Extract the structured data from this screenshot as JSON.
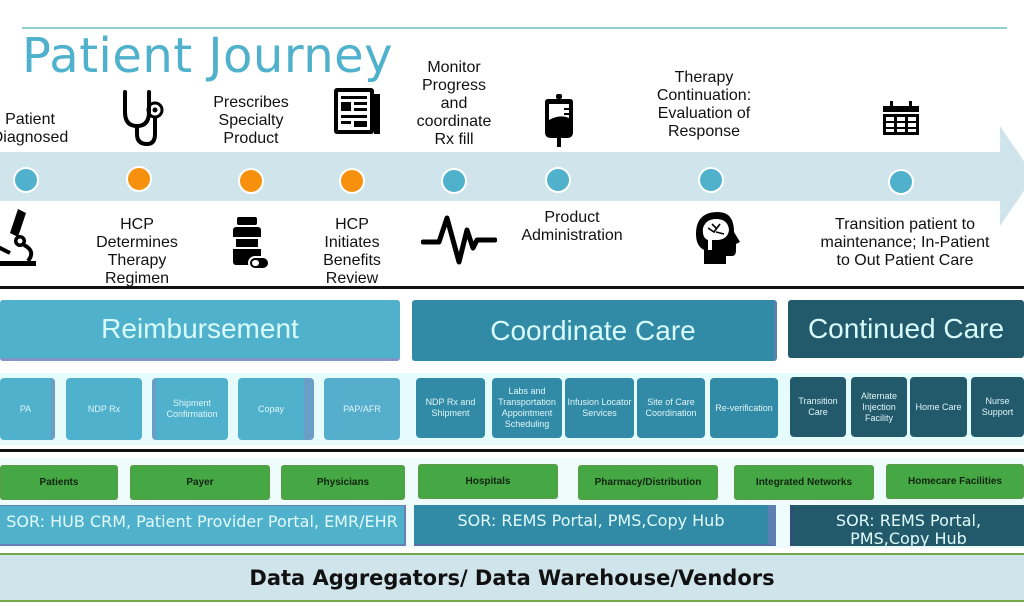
{
  "title": "Patient Journey",
  "colors": {
    "title": "#4fb1cc",
    "band": "#d0e4ec",
    "dot_blue": "#4fb1cc",
    "dot_orange": "#f7900d",
    "reimbursement": "#50b1cc",
    "coordinate_care": "#318aa6",
    "continued_care": "#225a6b",
    "stakeholder_green": "#46a845"
  },
  "journey": {
    "top_steps": [
      {
        "label": "Patient\nDiagnosed",
        "visible_text": "Patient diagnosed"
      },
      {
        "icon": "stethoscope-icon"
      },
      {
        "label": "Prescribes Specialty Product"
      },
      {
        "icon": "newspaper-icon"
      },
      {
        "label": "Monitor Progress and coordinate Rx fill"
      },
      {
        "icon": "iv-bag-icon"
      },
      {
        "label": "Therapy Continuation: Evaluation of Response"
      },
      {
        "icon": "calendar-icon"
      }
    ],
    "top_labels": {
      "s0": [
        "Patient",
        "Diagnosed"
      ],
      "s2": [
        "Prescribes",
        "Specialty",
        "Product"
      ],
      "s4": [
        "Monitor",
        "Progress",
        "and",
        "coordinate",
        "Rx fill"
      ],
      "s6": [
        "Therapy",
        "Continuation:",
        "Evaluation of",
        "Response"
      ]
    },
    "bottom_labels": {
      "b1": [
        "HCP",
        "Determines",
        "Therapy",
        "Regimen"
      ],
      "b3": [
        "HCP",
        "Initiates",
        "Benefits",
        "Review"
      ],
      "b5": [
        "Product",
        "Administration"
      ],
      "b7": [
        "Transition patient to",
        "maintenance; In-Patient",
        "to Out Patient Care"
      ]
    },
    "bottom_icons": [
      "microscope-icon",
      "medicine-bottle-icon",
      "heartbeat-icon",
      "brain-head-icon"
    ],
    "dots": [
      "blue",
      "orange",
      "orange",
      "orange",
      "blue",
      "blue",
      "blue",
      "blue"
    ]
  },
  "phases": [
    {
      "name": "Reimbursement",
      "tiles": [
        "PA",
        "NDP Rx",
        "Shipment Confirmation",
        "Copay",
        "PAP/AFR"
      ]
    },
    {
      "name": "Coordinate Care",
      "tiles": [
        "NDP Rx and Shipment",
        "Labs and Transportation Appointment Scheduling",
        "Infusion Locator Services",
        "Site of Care Coordination",
        "Re-verification"
      ]
    },
    {
      "name": "Continued Care",
      "tiles": [
        "Transition Care",
        "Alternate Injection Facility",
        "Home Care",
        "Nurse Support"
      ]
    }
  ],
  "stakeholders": [
    "Patients",
    "Payer",
    "Physicians",
    "Hospitals",
    "Pharmacy/Distribution",
    "Integrated Networks",
    "Homecare Facilities"
  ],
  "sor": [
    "SOR: HUB CRM, Patient Provider Portal, EMR/EHR",
    "SOR: REMS Portal, PMS,Copy Hub",
    "SOR: REMS Portal, PMS,Copy Hub"
  ],
  "footer": "Data Aggregators/ Data Warehouse/Vendors"
}
